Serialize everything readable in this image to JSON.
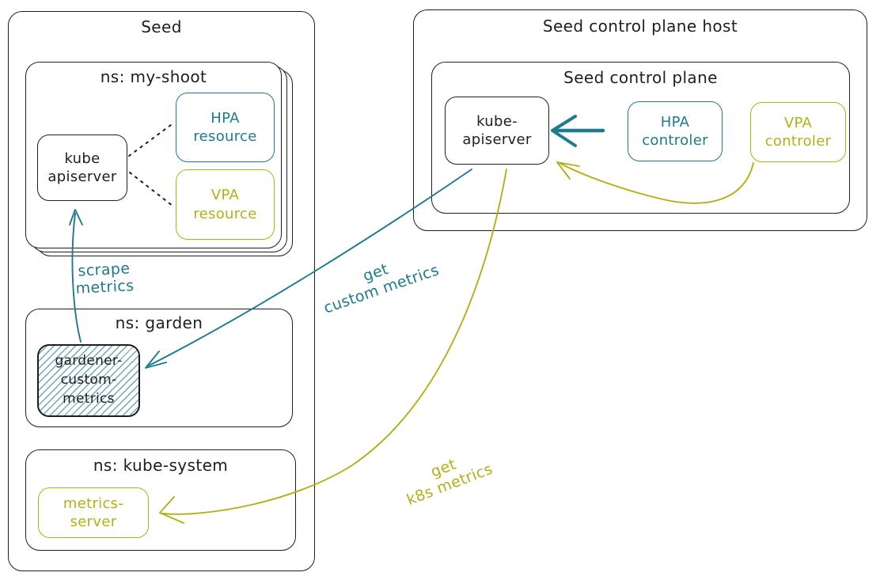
{
  "colors": {
    "ink": "#1e1e1e",
    "teal": "#1f7a8c",
    "olive": "#b3b017",
    "hatch_fill": "rgba(31,122,140,0.65)"
  },
  "seed": {
    "title": "Seed",
    "my_shoot": {
      "title": "ns: my-shoot",
      "kube_apiserver": {
        "line1": "kube",
        "line2": "apiserver"
      },
      "hpa_resource": {
        "line1": "HPA",
        "line2": "resource"
      },
      "vpa_resource": {
        "line1": "VPA",
        "line2": "resource"
      }
    },
    "garden": {
      "title": "ns: garden",
      "gardener_custom_metrics": {
        "line1": "gardener-",
        "line2": "custom-",
        "line3": "metrics"
      }
    },
    "kube_system": {
      "title": "ns: kube-system",
      "metrics_server": {
        "line1": "metrics-",
        "line2": "server"
      }
    }
  },
  "seed_control_plane_host": {
    "title": "Seed control plane host",
    "seed_control_plane": {
      "title": "Seed control plane",
      "kube_apiserver": {
        "line1": "kube-",
        "line2": "apiserver"
      },
      "hpa_controller": {
        "line1": "HPA",
        "line2": "controler"
      },
      "vpa_controller": {
        "line1": "VPA",
        "line2": "controler"
      }
    }
  },
  "edges": {
    "scrape_metrics": {
      "line1": "scrape",
      "line2": "metrics"
    },
    "get_custom_metrics": {
      "line1": "get",
      "line2": "custom metrics"
    },
    "get_k8s_metrics": {
      "line1": "get",
      "line2": "k8s metrics"
    }
  }
}
